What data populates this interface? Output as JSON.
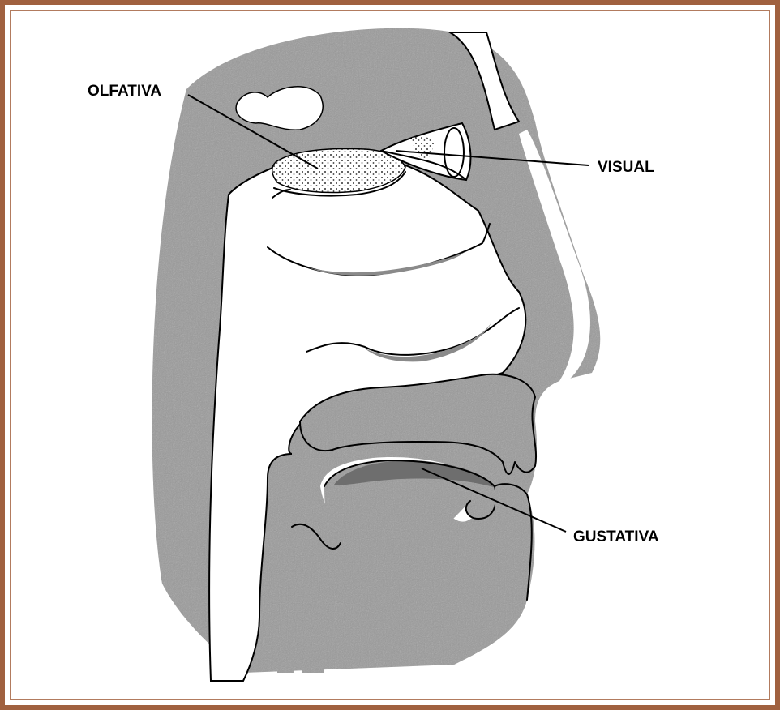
{
  "diagram": {
    "labels": {
      "olfativa": "OLFATIVA",
      "visual": "VISUAL",
      "gustativa": "GUSTATIVA"
    },
    "colors": {
      "frame": "#a0613f",
      "tissue": "#9a9a9a",
      "tongue_surface": "#6e6e6e"
    }
  }
}
